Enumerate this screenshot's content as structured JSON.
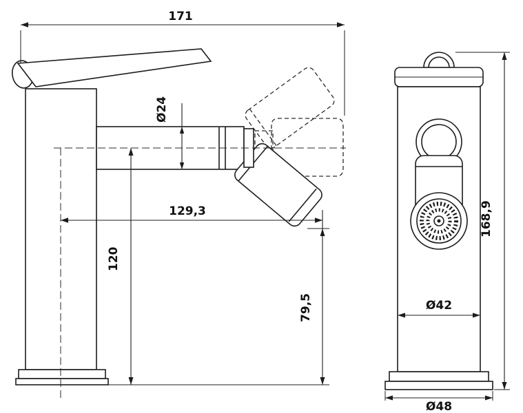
{
  "diagram": {
    "title": "bidet-faucet-dimensional-drawing",
    "dimensions": {
      "overall_length": "171",
      "spout_diameter": "Ø24",
      "spout_reach": "129,3",
      "spout_axis_height": "120",
      "outlet_height": "79,5",
      "total_height": "168,9",
      "body_diameter": "Ø42",
      "base_diameter": "Ø48"
    },
    "colors": {
      "line": "#1c1c1c",
      "background": "#ffffff"
    }
  }
}
